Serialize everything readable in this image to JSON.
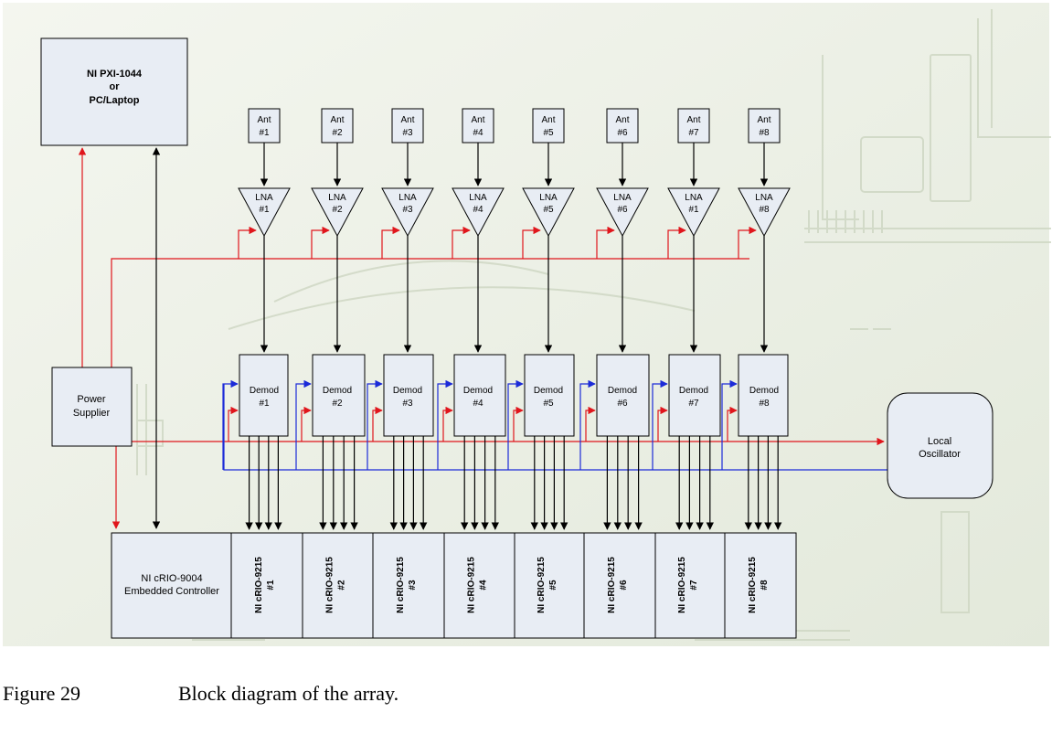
{
  "host": {
    "line1": "NI PXI-1044",
    "line2": "or",
    "line3": "PC/Laptop"
  },
  "power": {
    "line1": "Power",
    "line2": "Supplier"
  },
  "oscillator": {
    "line1": "Local",
    "line2": "Oscillator"
  },
  "controller": {
    "line1": "NI cRIO-9004",
    "line2": "Embedded Controller"
  },
  "channels": [
    {
      "ant": "Ant",
      "ant_num": "#1",
      "lna": "LNA",
      "lna_num": "#1",
      "demod": "Demod",
      "demod_num": "#1",
      "module": "NI cRIO-9215",
      "module_num": "#1"
    },
    {
      "ant": "Ant",
      "ant_num": "#2",
      "lna": "LNA",
      "lna_num": "#2",
      "demod": "Demod",
      "demod_num": "#2",
      "module": "NI cRIO-9215",
      "module_num": "#2"
    },
    {
      "ant": "Ant",
      "ant_num": "#3",
      "lna": "LNA",
      "lna_num": "#3",
      "demod": "Demod",
      "demod_num": "#3",
      "module": "NI cRIO-9215",
      "module_num": "#3"
    },
    {
      "ant": "Ant",
      "ant_num": "#4",
      "lna": "LNA",
      "lna_num": "#4",
      "demod": "Demod",
      "demod_num": "#4",
      "module": "NI cRIO-9215",
      "module_num": "#4"
    },
    {
      "ant": "Ant",
      "ant_num": "#5",
      "lna": "LNA",
      "lna_num": "#5",
      "demod": "Demod",
      "demod_num": "#5",
      "module": "NI cRIO-9215",
      "module_num": "#5"
    },
    {
      "ant": "Ant",
      "ant_num": "#6",
      "lna": "LNA",
      "lna_num": "#6",
      "demod": "Demod",
      "demod_num": "#6",
      "module": "NI cRIO-9215",
      "module_num": "#6"
    },
    {
      "ant": "Ant",
      "ant_num": "#7",
      "lna": "LNA",
      "lna_num": "#1",
      "demod": "Demod",
      "demod_num": "#7",
      "module": "NI cRIO-9215",
      "module_num": "#7"
    },
    {
      "ant": "Ant",
      "ant_num": "#8",
      "lna": "LNA",
      "lna_num": "#8",
      "demod": "Demod",
      "demod_num": "#8",
      "module": "NI cRIO-9215",
      "module_num": "#8"
    }
  ],
  "caption": {
    "number": "Figure 29",
    "text": "Block diagram of the array."
  },
  "colors": {
    "background": "#eaefe3",
    "box_fill": "#e8edf4",
    "power_line": "#e0161c",
    "lo_line": "#1c2bd8",
    "signal_line": "#000000"
  }
}
